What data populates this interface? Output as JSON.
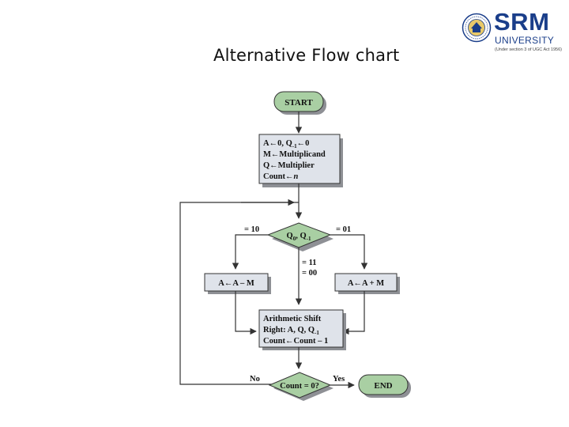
{
  "slide": {
    "title": "Alternative Flow chart"
  },
  "logo": {
    "name": "SRM",
    "university": "UNIVERSITY",
    "subtitle": "(Under section 3 of UGC Act 1956)",
    "color": "#1a3e8a"
  },
  "flowchart": {
    "start": "START",
    "init": {
      "line1_a": "A←0, Q",
      "line1_sub": "-1",
      "line1_b": "←0",
      "line2": "M←Multiplicand",
      "line3": "Q←Multiplier",
      "line4_a": "Count←",
      "line4_b": "n"
    },
    "decision1": {
      "q0": "Q",
      "q0_sub": "0",
      "sep": ", Q",
      "q1_sub": "-1"
    },
    "branch_left_label": "= 10",
    "branch_right_label": "= 01",
    "branch_mid_label1": "= 11",
    "branch_mid_label2": "= 00",
    "subtract": "A←A – M",
    "add": "A←A + M",
    "shift": {
      "line1": "Arithmetic Shift",
      "line2_a": "Right: A, Q, Q",
      "line2_sub": "-1",
      "line3": "Count←Count – 1"
    },
    "decision2": "Count = 0?",
    "no_label": "No",
    "yes_label": "Yes",
    "end": "END",
    "colors": {
      "box_fill": "#dfe3ea",
      "terminal_fill": "#a9cfa3",
      "shadow": "#8e9095",
      "stroke": "#333333"
    }
  }
}
